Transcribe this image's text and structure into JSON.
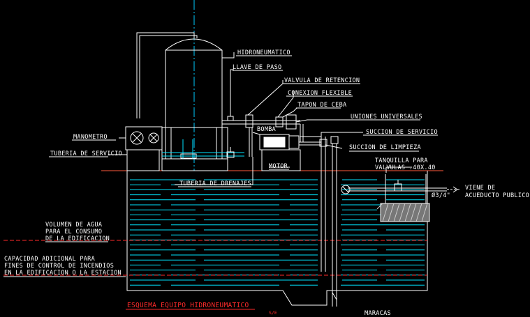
{
  "title": "ESQUEMA EQUIPO HIDRONEUMATICO",
  "scale": "S/E",
  "labels": {
    "hidroneumatico": "HIDRONEUMATICO",
    "llave_de_paso": "LLAVE DE PASO",
    "valvula_de_retencion": "VALVULA DE RETENCION",
    "conexion_flexible": "CONEXION FLEXIBLE",
    "tapon_de_ceba": "TAPON DE CEBA",
    "uniones_universales": "UNIONES UNIVERSALES",
    "succion_de_servicio": "SUCCION DE SERVICIO",
    "succion_de_limpieza": "SUCCION DE LIMPIEZA",
    "bomba": "BOMBA",
    "motor": "MOTOR",
    "manometro": "MANOMETRO",
    "tuberia_de_servicio": "TUBERIA DE SERVICIO",
    "tuberia_de_drenajes": "TUBERIA DE DRENAJES",
    "tanquilla_line1": "TANQUILLA PARA",
    "tanquilla_line2": "VALVULAS .40X.40",
    "viene_line1": "VIENE DE",
    "viene_line2": "ACUEDUCTO PUBLICO",
    "diametro": "Ø3/4\"",
    "volumen_line1": "VOLUMEN DE AGUA",
    "volumen_line2": "PARA EL CONSUMO",
    "volumen_line3": "DE LA EDIFICACION",
    "capacidad_line1": "CAPACIDAD ADICIONAL PARA",
    "capacidad_line2": "FINES DE CONTROL DE INCENDIOS",
    "capacidad_line3": "EN LA EDIFICACION O LA ESTACION",
    "maracas": "MARACAS"
  },
  "colors": {
    "background": "#000000",
    "outline": "#ffffff",
    "water": "#00e5ff",
    "level": "#ff2a2a",
    "axis": "#00ccff",
    "ground": "#ff5a3c",
    "hatch": "#cccccc"
  }
}
